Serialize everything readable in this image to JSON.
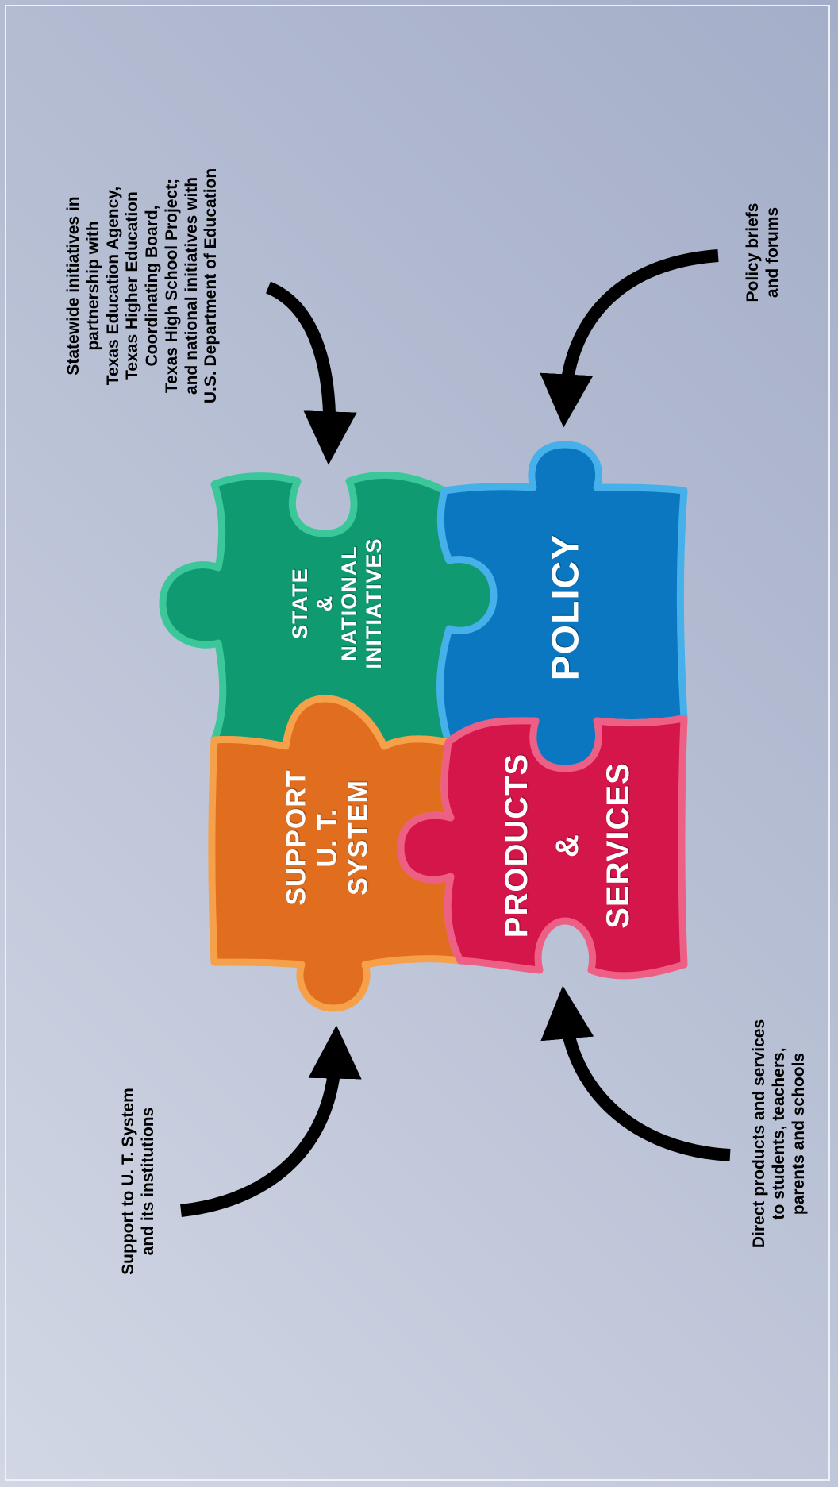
{
  "captions": {
    "state_partners": [
      "Statewide initiatives in",
      "partnership with",
      "Texas Education Agency,",
      "Texas Higher Education",
      "Coordinating Board,",
      "Texas High School Project;",
      "and national initiatives with",
      "U.S. Department of Education"
    ],
    "policy": [
      "Policy briefs",
      "and forums"
    ],
    "support": [
      "Support to U. T. System",
      "and its institutions"
    ],
    "products": [
      "Direct products and services",
      "to students, teachers,",
      "parents and schools"
    ]
  },
  "pieces": {
    "state": {
      "lines": [
        "STATE",
        "&",
        "NATIONAL",
        "INITIATIVES"
      ],
      "color": "#0f9a72",
      "edge": "#3cc79a"
    },
    "policy": {
      "lines": [
        "POLICY"
      ],
      "color": "#0a77c0",
      "edge": "#45b0ea"
    },
    "support": {
      "lines": [
        "SUPPORT",
        "U. T.",
        "SYSTEM"
      ],
      "color": "#e06e1e",
      "edge": "#f6a04a"
    },
    "products": {
      "lines": [
        "PRODUCTS",
        "&",
        "SERVICES"
      ],
      "color": "#d4164a",
      "edge": "#ee5f86"
    }
  }
}
